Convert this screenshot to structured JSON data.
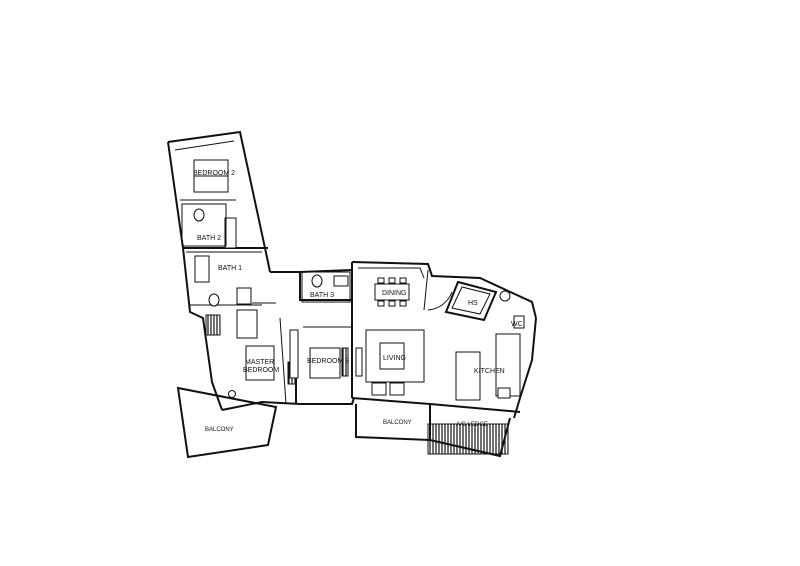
{
  "rooms": {
    "bedroom2": "BEDROOM 2",
    "bath2": "BATH 2",
    "bath1": "BATH 1",
    "bath3": "BATH 3",
    "master_line1": "MASTER",
    "master_line2": "BEDROOM",
    "bedroom3": "BEDROOM 3",
    "dining": "DINING",
    "living": "LIVING",
    "hs": "HS",
    "wc": "WC",
    "kitchen": "KITCHEN",
    "balcony_left": "BALCONY",
    "balcony_center": "BALCONY",
    "ac_ledge": "A/C LEDGE"
  }
}
